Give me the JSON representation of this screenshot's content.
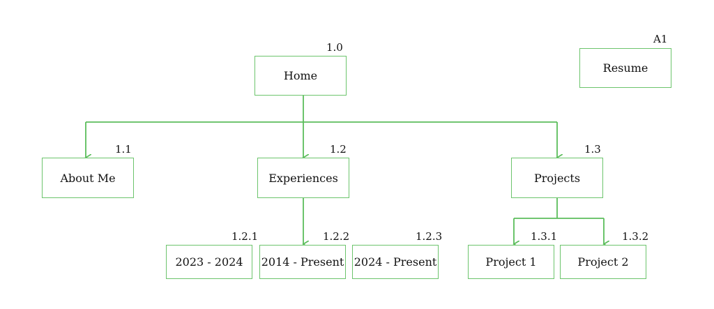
{
  "diagram": {
    "line_color": "#5bbd5b",
    "nodes": {
      "home": {
        "label": "Home",
        "code": "1.0"
      },
      "resume": {
        "label": "Resume",
        "code": "A1"
      },
      "about": {
        "label": "About Me",
        "code": "1.1"
      },
      "experiences": {
        "label": "Experiences",
        "code": "1.2"
      },
      "projects": {
        "label": "Projects",
        "code": "1.3"
      },
      "exp1": {
        "label": "2023 - 2024",
        "code": "1.2.1"
      },
      "exp2": {
        "label": "2014 - Present",
        "code": "1.2.2"
      },
      "exp3": {
        "label": "2024 - Present",
        "code": "1.2.3"
      },
      "proj1": {
        "label": "Project 1",
        "code": "1.3.1"
      },
      "proj2": {
        "label": "Project 2",
        "code": "1.3.2"
      }
    }
  }
}
